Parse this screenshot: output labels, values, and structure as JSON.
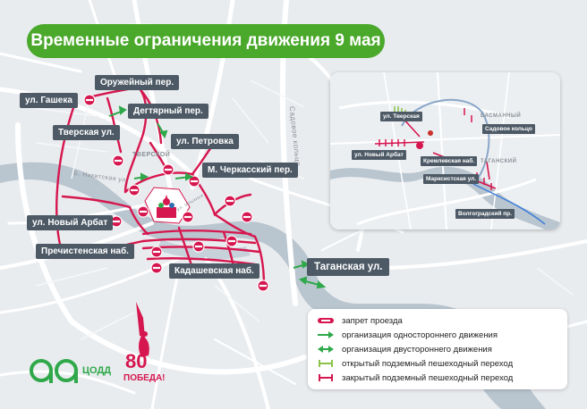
{
  "title": "Временные ограничения движения 9 мая",
  "labels": {
    "gasheka": "ул. Гашека",
    "oruzheyny": "Оружейный пер.",
    "degtyarny": "Дегтярный пер.",
    "tverskaya": "Тверская ул.",
    "petrovka": "ул. Петровка",
    "cherkassky": "М. Черкасский пер.",
    "novy_arbat": "ул. Новый Арбат",
    "prechistenskaya": "Пречистенская наб.",
    "kadashevskaya": "Кадашевская наб.",
    "taganskaya": "Таганская ул."
  },
  "map_text": {
    "tverskoy": "ТВЕРСКОЙ",
    "nikitskaya": "Б. Никитская ул.",
    "sadovoe": "Садовое кольцо",
    "ilyinka": "ул. Ильинка"
  },
  "inset": {
    "labels": {
      "tverskaya": "ул. Тверская",
      "sadovoe": "Садовое кольцо",
      "novy_arbat": "ул. Новый Арбат",
      "kremlevskaya": "Кремлевская наб.",
      "marksistskaya": "Марксистская ул.",
      "volgogradsky": "Волгоградский пр."
    },
    "districts": {
      "basmanny": "БАСМАННЫЙ",
      "tagansky": "ТАГАНСКИЙ"
    }
  },
  "legend": {
    "items": [
      {
        "label": "запрет проезда",
        "icon": "no-entry-icon"
      },
      {
        "label": "организация одностороннего движения",
        "icon": "one-way-arrow-icon"
      },
      {
        "label": "организация двустороннего движения",
        "icon": "two-way-arrow-icon"
      },
      {
        "label": "открытый подземный пешеходный переход",
        "icon": "open-underpass-icon"
      },
      {
        "label": "закрытый подземный пешеходный переход",
        "icon": "closed-underpass-icon"
      }
    ]
  },
  "logos": {
    "codd": "ЦОДД",
    "victory_number": "80",
    "victory_word": "ПОБЕДА!"
  },
  "colors": {
    "restriction": "#d6164e",
    "arrow": "#2fa84a",
    "banner": "#4aa82b",
    "label_bg": "#4d5a66",
    "underpass_open": "#8bc34a"
  }
}
